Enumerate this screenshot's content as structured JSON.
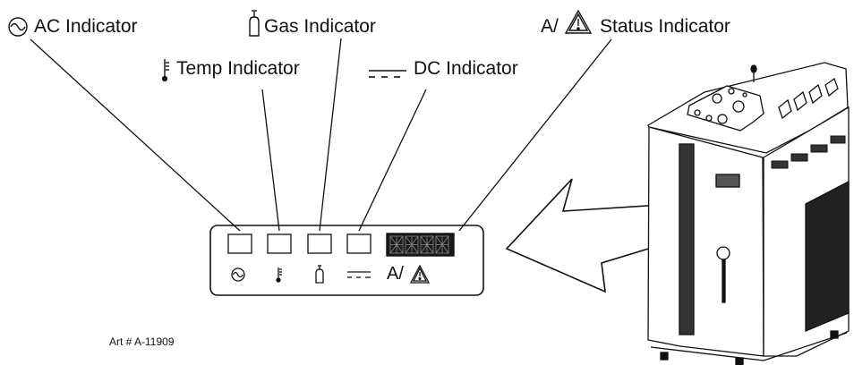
{
  "callouts": {
    "ac": "AC Indicator",
    "temp": "Temp Indicator",
    "gas": "Gas Indicator",
    "dc": "DC Indicator",
    "status_prefix": "A/",
    "status": "Status Indicator"
  },
  "panel": {
    "status_symbol_text": "A/"
  },
  "icons": [
    "ac-sine-icon",
    "thermometer-icon",
    "gas-cylinder-icon",
    "dc-current-icon",
    "warning-triangle-icon"
  ],
  "art_number": "Art # A-11909"
}
